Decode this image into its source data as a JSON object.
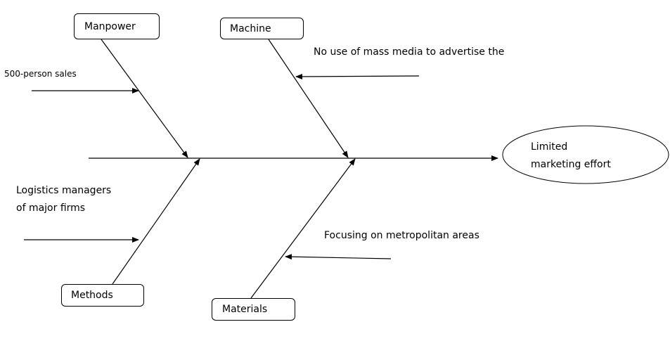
{
  "diagram": {
    "type": "fishbone",
    "effect": {
      "line1": "Limited",
      "line2": "marketing effort"
    },
    "categories": [
      {
        "id": "manpower",
        "label": "Manpower",
        "causes": [
          "500-person sales"
        ]
      },
      {
        "id": "machine",
        "label": "Machine",
        "causes": [
          "No use of mass media to advertise the"
        ]
      },
      {
        "id": "methods",
        "label": "Methods",
        "causes": [
          "Logistics managers of major firms"
        ]
      },
      {
        "id": "materials",
        "label": "Materials",
        "causes": [
          "Focusing on metropolitan areas"
        ]
      }
    ],
    "cause_labels": {
      "manpower": "500-person sales",
      "machine": "No use of mass media to advertise the",
      "methods_line1": "Logistics managers",
      "methods_line2": "of major firms",
      "materials": "Focusing on metropolitan areas"
    }
  }
}
